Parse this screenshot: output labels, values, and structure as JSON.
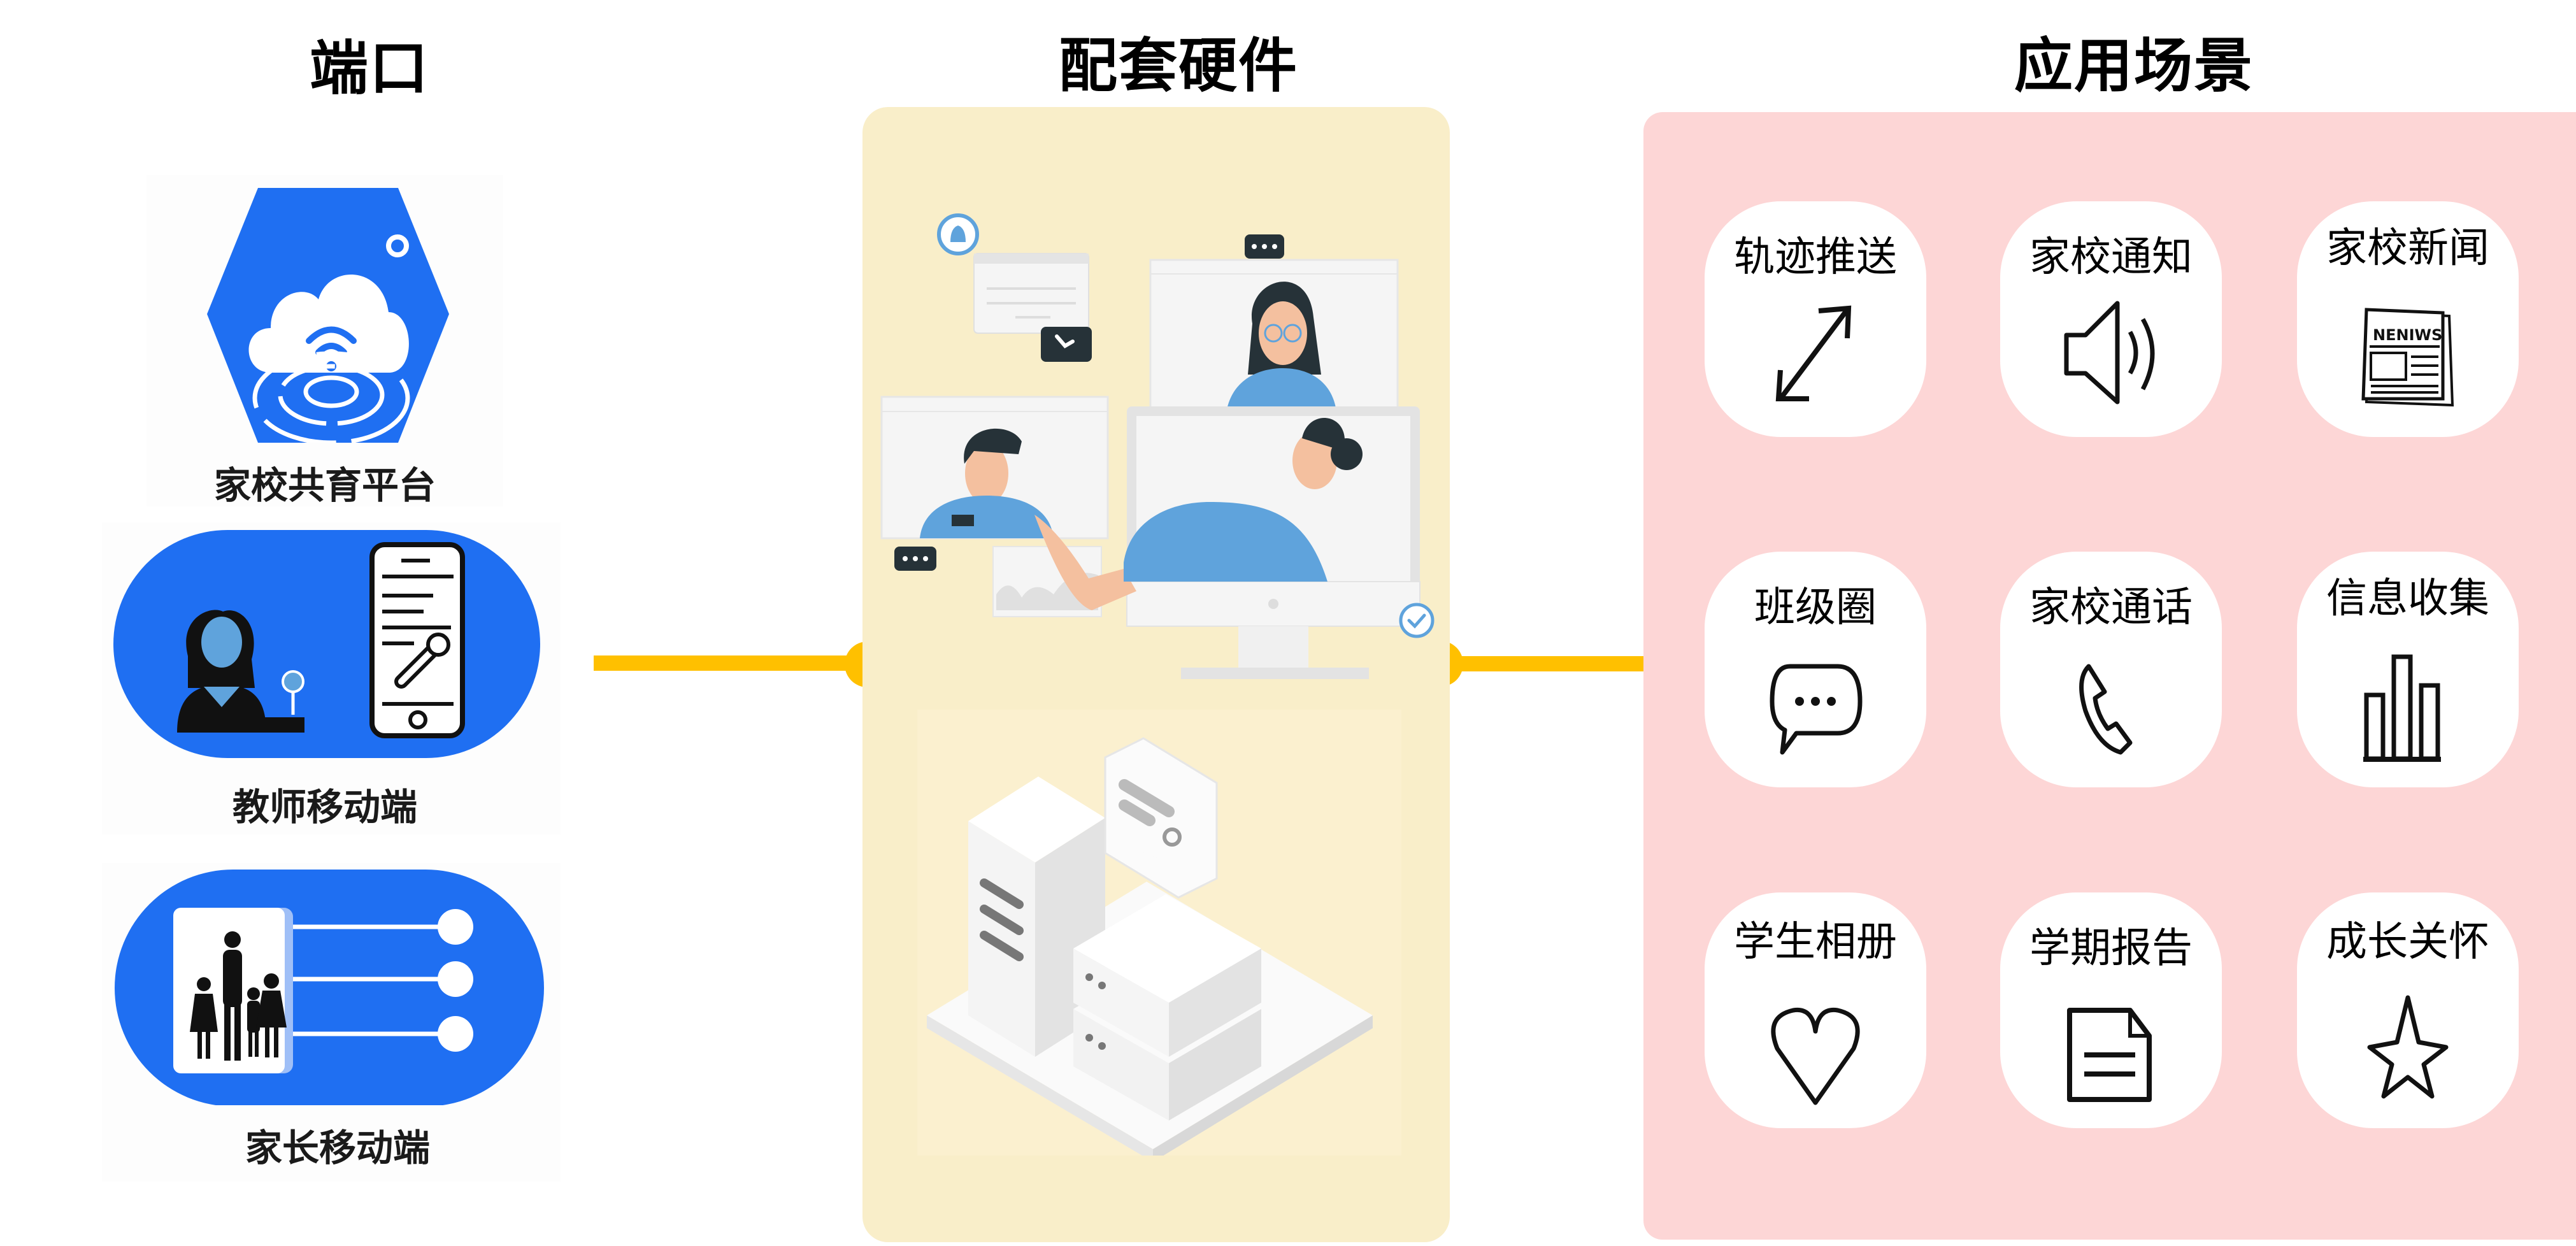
{
  "columns": {
    "ports": {
      "title": "端口"
    },
    "hardware": {
      "title": "配套硬件"
    },
    "scenarios": {
      "title": "应用场景"
    }
  },
  "ports": [
    {
      "label": "家校共育平台",
      "icon": "cloud-wifi-hexagon-icon"
    },
    {
      "label": "教师移动端",
      "icon": "teacher-phone-icon"
    },
    {
      "label": "家长移动端",
      "icon": "family-network-icon"
    }
  ],
  "hardware": [
    {
      "name": "video-conference-illustration",
      "icon": "video-call-illustration"
    },
    {
      "name": "server-illustration",
      "icon": "server-stack-illustration"
    }
  ],
  "scenarios": [
    {
      "label": "轨迹推送",
      "icon": "diagonal-arrows-icon"
    },
    {
      "label": "家校通知",
      "icon": "speaker-icon"
    },
    {
      "label": "家校新闻",
      "icon": "newspaper-icon",
      "icon_text": "NENIWS"
    },
    {
      "label": "班级圈",
      "icon": "chat-bubble-icon"
    },
    {
      "label": "家校通话",
      "icon": "phone-icon"
    },
    {
      "label": "信息收集",
      "icon": "bar-chart-icon"
    },
    {
      "label": "学生相册",
      "icon": "heart-icon"
    },
    {
      "label": "学期报告",
      "icon": "document-icon"
    },
    {
      "label": "成长关怀",
      "icon": "star-icon"
    }
  ],
  "colors": {
    "port_blue": "#1f6ff2",
    "connector": "#ffc000",
    "hardware_panel": "#f9eec9",
    "scenario_panel": "#fdd6d6",
    "figure_shirt": "#5fa3dc",
    "skin": "#f4c09f",
    "hair": "#263238"
  }
}
